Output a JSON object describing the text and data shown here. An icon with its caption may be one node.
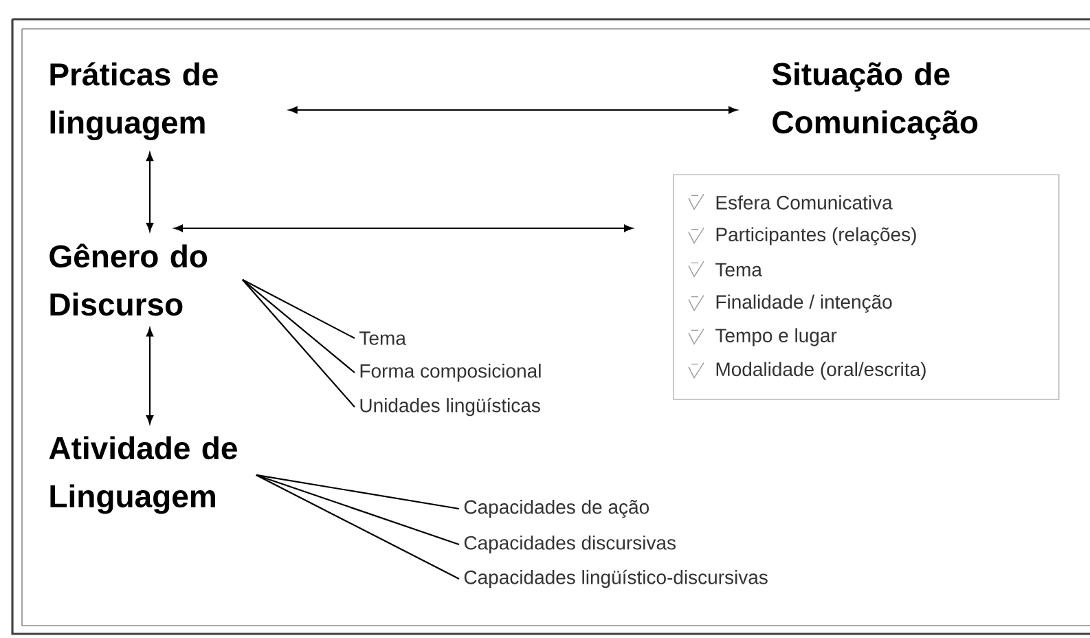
{
  "diagram": {
    "nodes": [
      {
        "text": [
          "Práticas de linguagem"
        ]
      },
      {
        "text": [
          "Situação de Comunicação"
        ]
      },
      {
        "text": [
          "Esfera Comunicativa",
          "Participantes (relações)",
          "Tema",
          "Finalidade / intenção",
          "Tempo e lugar",
          "Modalidade (oral/escrita)"
        ]
      },
      {
        "text": [
          "Gênero do Discurso"
        ]
      },
      {
        "text": [
          "Tema"
        ]
      },
      {
        "text": [
          "Forma composicional"
        ]
      },
      {
        "text": [
          "Unidades lingüísticas"
        ]
      },
      {
        "text": [
          "Atividade de Linguagem"
        ]
      },
      {
        "text": [
          "Capacidades de ação"
        ]
      },
      {
        "text": [
          "Capacidades discursivas"
        ]
      },
      {
        "text": [
          "Capacidades lingüístico-discursivas"
        ]
      }
    ],
    "edges": [
      {
        "from": 0,
        "to": 1,
        "arrow": "both"
      },
      {
        "from": 0,
        "to": 3,
        "arrow": "both"
      },
      {
        "from": 3,
        "to": 2,
        "arrow": "both"
      },
      {
        "from": 3,
        "to": 4,
        "arrow": "none"
      },
      {
        "from": 3,
        "to": 5,
        "arrow": "none"
      },
      {
        "from": 3,
        "to": 6,
        "arrow": "none"
      },
      {
        "from": 3,
        "to": 7,
        "arrow": "both"
      },
      {
        "from": 7,
        "to": 8,
        "arrow": "none"
      },
      {
        "from": 7,
        "to": 9,
        "arrow": "none"
      },
      {
        "from": 7,
        "to": 10,
        "arrow": "none"
      }
    ]
  }
}
